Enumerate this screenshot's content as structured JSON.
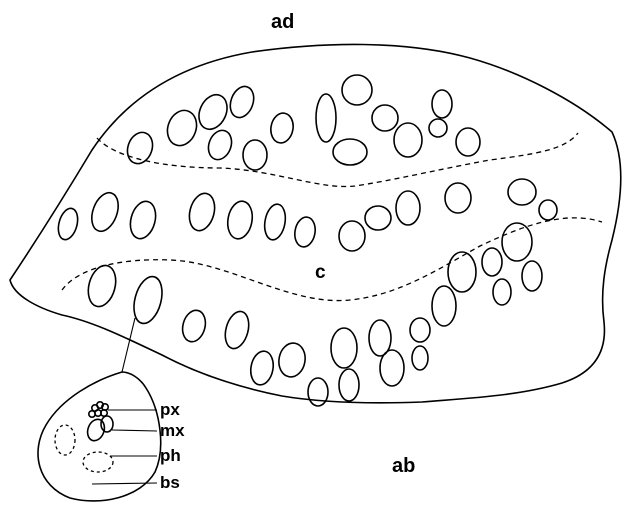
{
  "figure": {
    "orientation_top_label": "ad",
    "orientation_bottom_label": "ab",
    "region_center_label": "c"
  },
  "inset": {
    "labels": {
      "px": "px",
      "mx": "mx",
      "ph": "ph",
      "bs": "bs"
    }
  },
  "colors": {
    "ink": "#000000",
    "background": "#ffffff"
  }
}
